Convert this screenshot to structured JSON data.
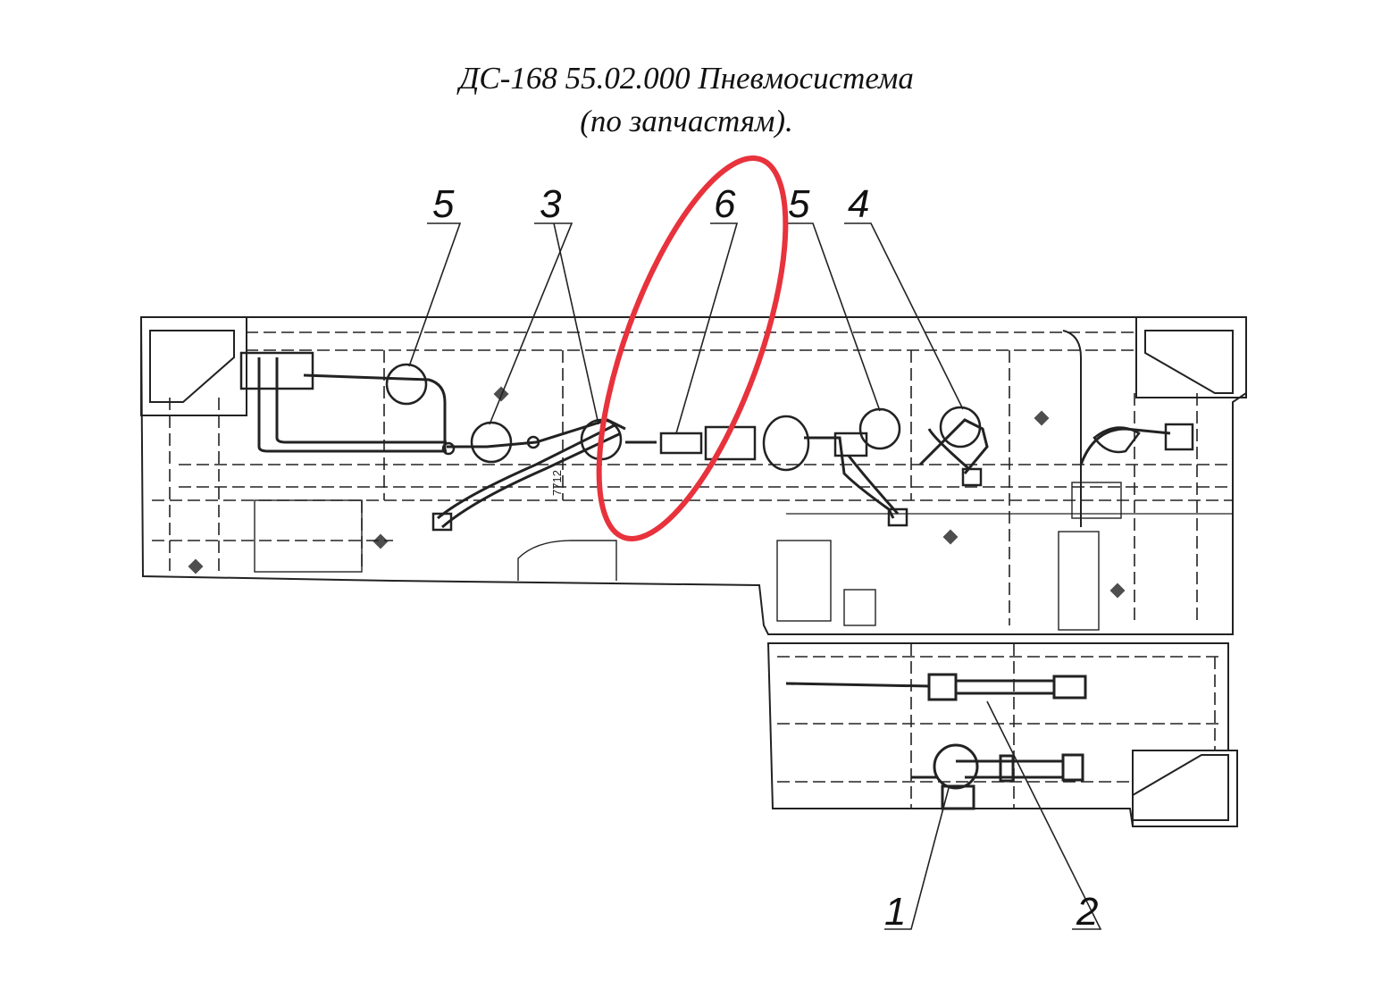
{
  "title": {
    "line1": "ДС-168 55.02.000 Пневмосистема",
    "line2": "(по запчастям)."
  },
  "callouts": [
    {
      "id": "5a",
      "label": "5"
    },
    {
      "id": "3",
      "label": "3"
    },
    {
      "id": "6",
      "label": "6"
    },
    {
      "id": "5b",
      "label": "5"
    },
    {
      "id": "4",
      "label": "4"
    },
    {
      "id": "1",
      "label": "1"
    },
    {
      "id": "2",
      "label": "2"
    }
  ],
  "labels": {
    "small_text": "7712"
  },
  "colors": {
    "line": "#222222",
    "highlight": "#e8323c"
  }
}
